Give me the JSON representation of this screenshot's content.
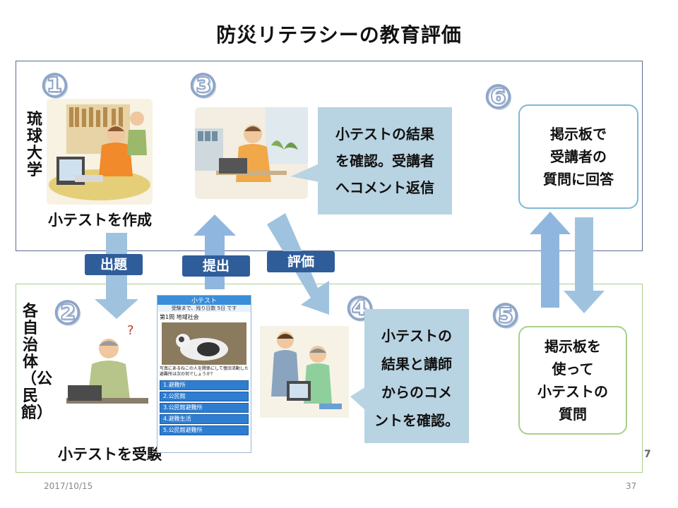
{
  "title": "防災リテラシーの教育評価",
  "top_panel": {
    "org": "琉球大学",
    "steps": {
      "s1": "①",
      "s3": "③",
      "s6": "⑥"
    },
    "caption_make": "小テストを作成",
    "callout_lines": [
      "小テストの結果",
      "を確認。受講者",
      "へコメント返信"
    ],
    "board_lines": [
      "掲示板で",
      "受講者の",
      "質問に回答"
    ]
  },
  "bottom_panel": {
    "org_vertical": "各自治体（公民館）",
    "steps": {
      "s2": "②",
      "s4": "④",
      "s5": "⑤"
    },
    "caption_take": "小テストを受験",
    "callout_lines": [
      "小テストの",
      "結果と講師",
      "からのコメ",
      "ントを確認。"
    ],
    "board_lines": [
      "掲示板を",
      "使って",
      "小テストの",
      "質問"
    ]
  },
  "arrow_tags": {
    "question": "出題",
    "submit": "提出",
    "evaluate": "評価"
  },
  "phone": {
    "header": "小テスト",
    "subheader": "受験まで、残り日数 5日 です",
    "question_title": "第1問 地域社会",
    "question_text": "写真にあるねこの人を関係にして復旧活動した避難所は次の何でしょうか？",
    "options": [
      "1.避難所",
      "2.公民館",
      "3.公民館避難所",
      "4.避難生活",
      "5.公民館避難所"
    ]
  },
  "page_number_small": "7",
  "footer": {
    "date": "2017/10/15",
    "page": "37"
  },
  "colors": {
    "top_border": "#5b6a8c",
    "bottom_border": "#a9cf8a",
    "callout_fill": "#b8d3e1",
    "tag_fill": "#2f5d9a",
    "arrow_fill": "#9fc3df"
  }
}
